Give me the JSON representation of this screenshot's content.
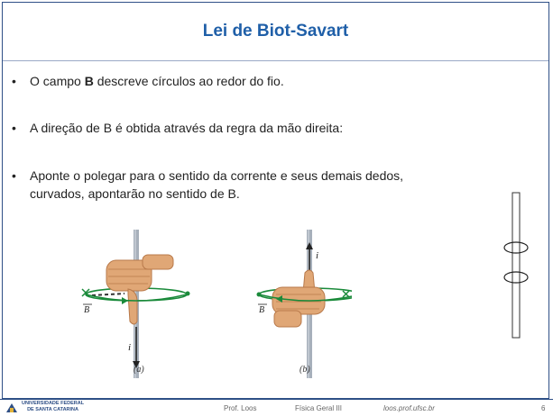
{
  "slide": {
    "title": "Lei de Biot-Savart",
    "bullets": {
      "b1_pre": "O campo ",
      "b1_bold": "B",
      "b1_post": " descreve círculos ao redor do fio.",
      "b2": "A direção de B é obtida através da regra da mão direita:",
      "b3_line1": "Aponte o polegar para o sentido da corrente e seus demais dedos,",
      "b3_line2": "curvados, apontarão no sentido de B."
    },
    "bullet_symbol": "•",
    "figure": {
      "caption_a": "(a)",
      "caption_b": "(b)",
      "label_B": "B",
      "label_i": "i"
    }
  },
  "footer": {
    "university_line1": "UNIVERSIDADE FEDERAL",
    "university_line2": "DE SANTA CATARINA",
    "author": "Prof. Loos",
    "course": "Física Geral III",
    "site": "loos.prof.ufsc.br",
    "page": "6"
  },
  "colors": {
    "title": "#1f5fa8",
    "frame": "#2e4f86",
    "ring": "#1a8a3a",
    "skin": "#e0a776",
    "wire": "#a7b0bb"
  }
}
